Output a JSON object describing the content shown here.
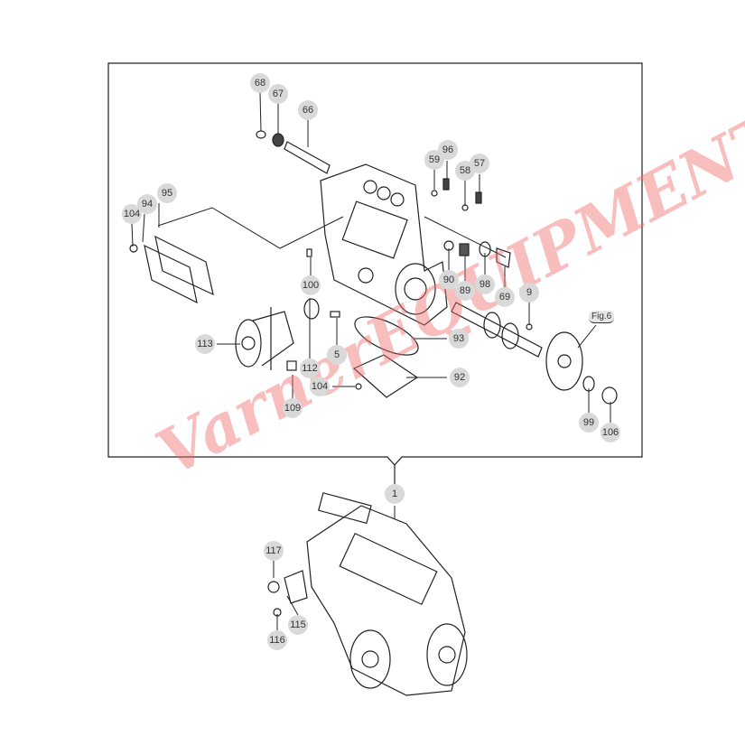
{
  "diagram": {
    "callouts": [
      "68",
      "67",
      "66",
      "59",
      "96",
      "58",
      "57",
      "104",
      "94",
      "95",
      "100",
      "90",
      "89",
      "98",
      "69",
      "9",
      "113",
      "5",
      "93",
      "112",
      "92",
      "104",
      "109",
      "99",
      "106",
      "1",
      "117",
      "115",
      "116"
    ],
    "figure_ref": "Fig.6",
    "watermark": "VarnerEQUIPMENT"
  }
}
